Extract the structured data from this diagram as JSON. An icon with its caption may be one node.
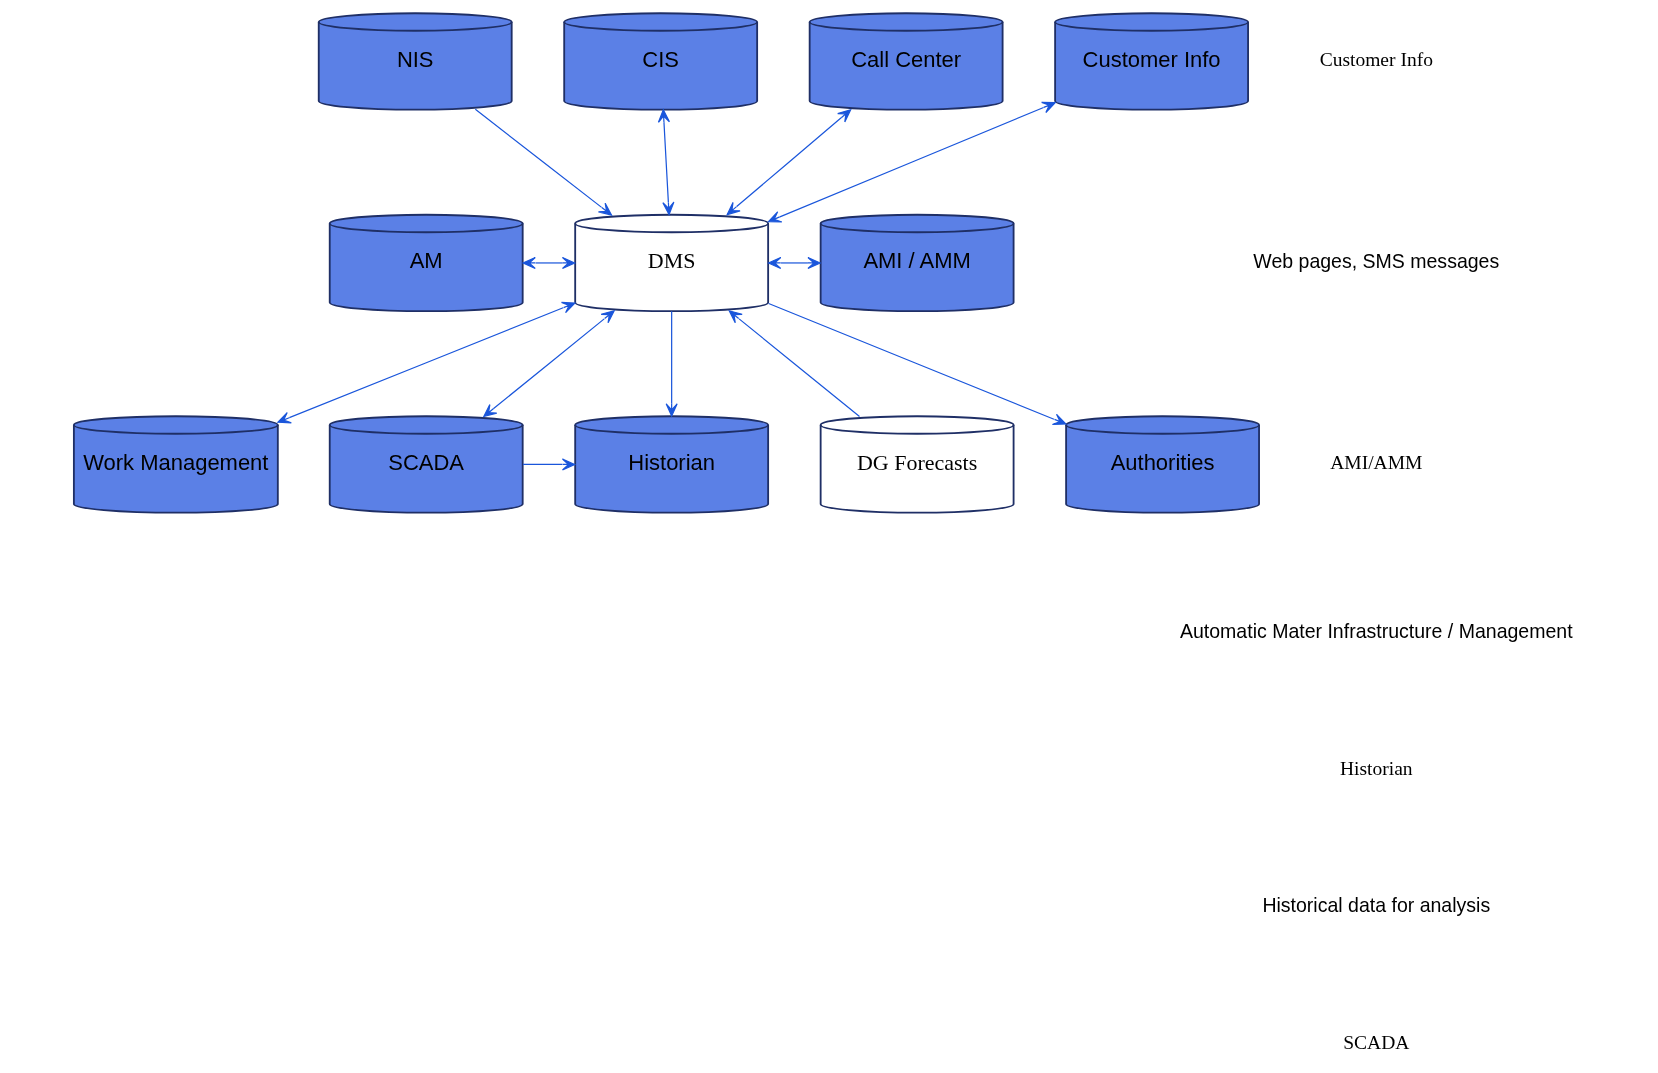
{
  "diagram": {
    "nodes": [
      {
        "text": [
          "NIS"
        ]
      },
      {
        "text": [
          "CIS"
        ]
      },
      {
        "text": [
          "Call Center"
        ]
      },
      {
        "text": [
          "Customer Info"
        ]
      },
      {
        "text": [
          "AM"
        ]
      },
      {
        "text": [
          "DMS"
        ]
      },
      {
        "text": [
          "AMI / AMM"
        ]
      },
      {
        "text": [
          "Authorities"
        ]
      },
      {
        "text": [
          "Historian"
        ]
      },
      {
        "text": [
          "DG Forecasts"
        ]
      },
      {
        "text": [
          "Work Management"
        ]
      },
      {
        "text": [
          "SCADA"
        ]
      }
    ],
    "edges": [
      {
        "from": 0,
        "to": 5,
        "arrow": "to"
      },
      {
        "from": 1,
        "to": 5,
        "arrow": "both"
      },
      {
        "from": 2,
        "to": 5,
        "arrow": "both"
      },
      {
        "from": 3,
        "to": 5,
        "arrow": "both"
      },
      {
        "from": 4,
        "to": 5,
        "arrow": "both"
      },
      {
        "from": 5,
        "to": 6,
        "arrow": "both"
      },
      {
        "from": 5,
        "to": 7,
        "arrow": "to"
      },
      {
        "from": 9,
        "to": 5,
        "arrow": "to"
      },
      {
        "from": 5,
        "to": 10,
        "arrow": "both"
      },
      {
        "from": 5,
        "to": 11,
        "arrow": "both"
      },
      {
        "from": 5,
        "to": 8,
        "arrow": "to"
      },
      {
        "from": 11,
        "to": 8,
        "arrow": "to"
      }
    ],
    "labels": [
      "Customer Info",
      "Web pages, SMS messages",
      "AMI/AMM",
      "Automatic Mater Infrastructure / Management",
      "Historian",
      "Historical data for analysis",
      "SCADA"
    ]
  }
}
